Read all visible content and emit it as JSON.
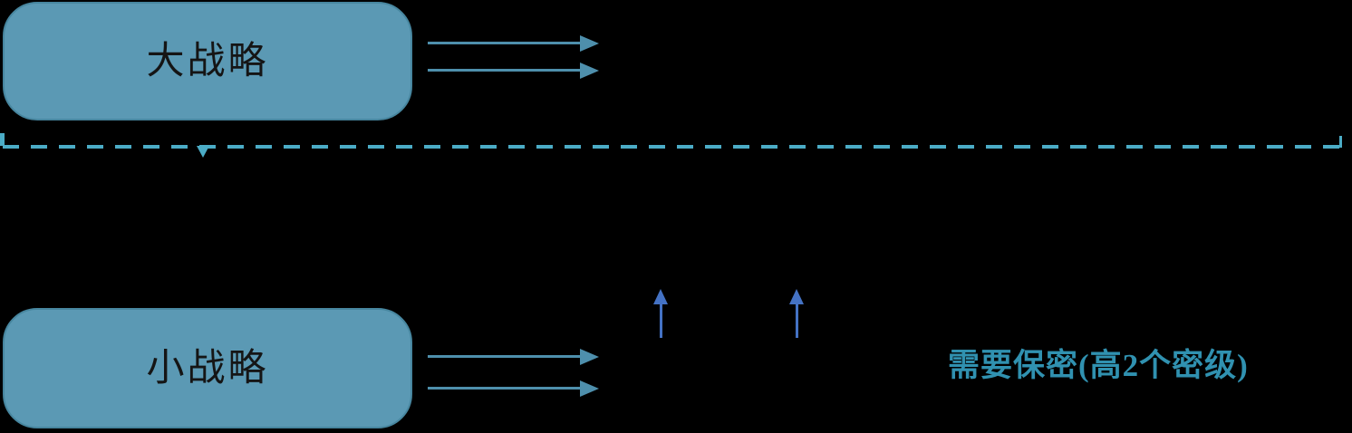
{
  "diagram": {
    "boxes": [
      {
        "id": "grand-strategy",
        "label": "大战略"
      },
      {
        "id": "small-strategy",
        "label": "小战略"
      }
    ],
    "annotation": "需要保密(高2个密级)",
    "connectors": {
      "right_arrows_from_grand_strategy": 2,
      "right_arrows_from_small_strategy": 2,
      "up_arrows": 2,
      "divider_style": "horizontal dashed line with end ticks and small down arrowhead"
    }
  },
  "colors": {
    "background": "#000000",
    "box-fill": "#5B99B4",
    "box-border": "#47869F",
    "box-text": "#151515",
    "connector": "#4E8FAC",
    "dash-line": "#4BACC6",
    "up-arrow": "#4472C4",
    "annotation-text": "#3091B0"
  }
}
